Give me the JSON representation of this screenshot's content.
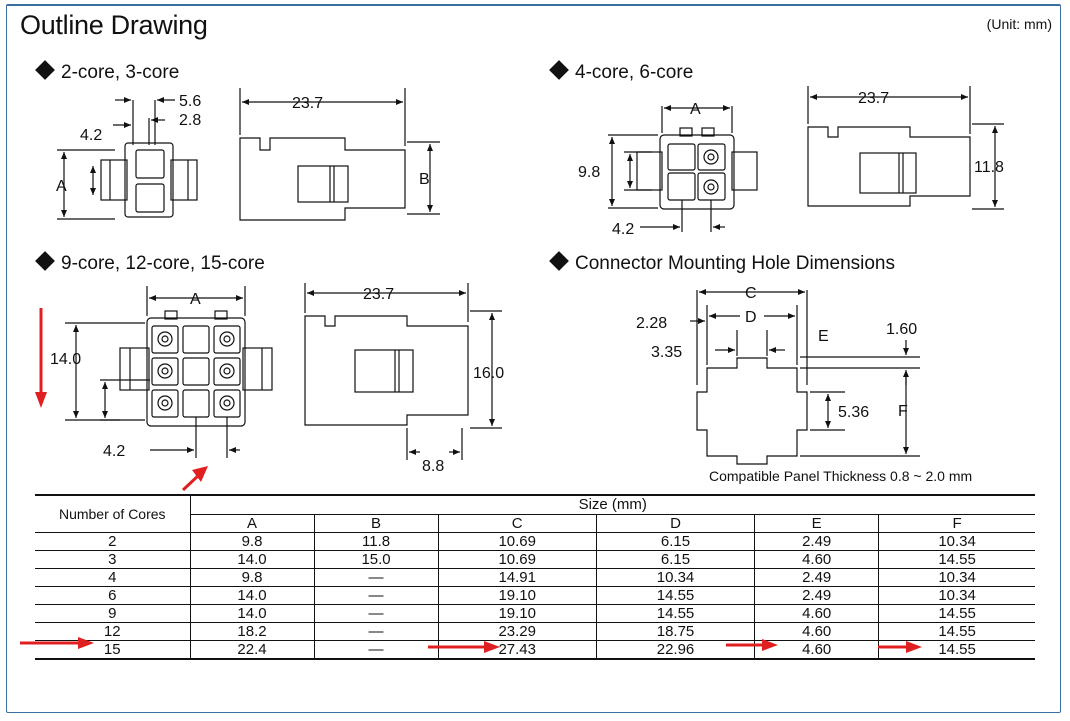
{
  "title": "Outline Drawing",
  "unit": "(Unit: mm)",
  "sections": {
    "s1": "2-core, 3-core",
    "s2": "4-core, 6-core",
    "s3": "9-core, 12-core, 15-core",
    "s4": "Connector Mounting Hole Dimensions"
  },
  "dims": {
    "d1_56": "5.6",
    "d1_28": "2.8",
    "d1_42": "4.2",
    "d1_A": "A",
    "d1_237": "23.7",
    "d1_B": "B",
    "d2_A": "A",
    "d2_98": "9.8",
    "d2_42": "4.2",
    "d2_237": "23.7",
    "d2_118": "11.8",
    "d3_A": "A",
    "d3_140": "14.0",
    "d3_42": "4.2",
    "d3_237": "23.7",
    "d3_160": "16.0",
    "d3_88": "8.8",
    "d4_C": "C",
    "d4_D": "D",
    "d4_228": "2.28",
    "d4_335": "3.35",
    "d4_E": "E",
    "d4_160": "1.60",
    "d4_536": "5.36",
    "d4_F": "F"
  },
  "panel_note": "Compatible Panel Thickness 0.8 ~ 2.0 mm",
  "table": {
    "cores_header": "Number of Cores",
    "size_header": "Size (mm)",
    "columns": [
      "A",
      "B",
      "C",
      "D",
      "E",
      "F"
    ],
    "rows": [
      [
        "2",
        "9.8",
        "11.8",
        "10.69",
        "6.15",
        "2.49",
        "10.34"
      ],
      [
        "3",
        "14.0",
        "15.0",
        "10.69",
        "6.15",
        "4.60",
        "14.55"
      ],
      [
        "4",
        "9.8",
        "—",
        "14.91",
        "10.34",
        "2.49",
        "10.34"
      ],
      [
        "6",
        "14.0",
        "—",
        "19.10",
        "14.55",
        "2.49",
        "10.34"
      ],
      [
        "9",
        "14.0",
        "—",
        "19.10",
        "14.55",
        "4.60",
        "14.55"
      ],
      [
        "12",
        "18.2",
        "—",
        "23.29",
        "18.75",
        "4.60",
        "14.55"
      ],
      [
        "15",
        "22.4",
        "—",
        "27.43",
        "22.96",
        "4.60",
        "14.55"
      ]
    ]
  },
  "colors": {
    "frame": "#3a6fa0",
    "arrow": "#e02020"
  }
}
